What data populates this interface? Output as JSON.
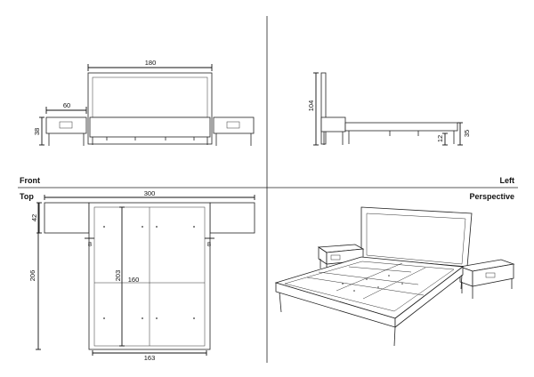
{
  "views": {
    "front": "Front",
    "left": "Left",
    "top": "Top",
    "perspective": "Perspective"
  },
  "dimensions": {
    "front_width": "180",
    "front_nightstand_width": "60",
    "front_nightstand_height": "38",
    "left_headboard_height": "104",
    "left_leg_height": "12",
    "left_frame_height": "35",
    "top_total_width": "300",
    "top_nightstand_depth": "42",
    "top_side_left": "8",
    "top_side_right": "8",
    "top_length": "206",
    "top_mattress_length": "203",
    "top_mattress_width": "160",
    "top_bed_width": "163"
  }
}
